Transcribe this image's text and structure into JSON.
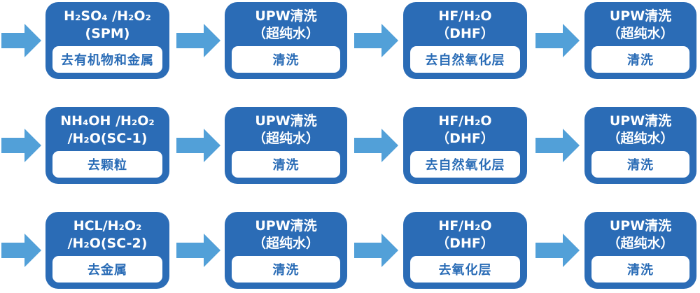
{
  "colors": {
    "box_blue": "#2b6cb6",
    "arrow_blue": "#52a0d8",
    "label_text_blue": "#2a6cb6",
    "label_bg": "#ffffff",
    "title_text": "#ffffff",
    "page_bg": "#ffffff"
  },
  "icons": {
    "arrow": "right-block-arrow"
  },
  "rows": [
    {
      "steps": [
        {
          "title_lines": [
            "H₂SO₄ /H₂O₂",
            "(SPM)"
          ],
          "label": "去有机物和金属"
        },
        {
          "title_lines": [
            "UPW清洗",
            "（超纯水）"
          ],
          "label": "清洗"
        },
        {
          "title_lines": [
            "HF/H₂O",
            "（DHF）"
          ],
          "label": "去自然氧化层"
        },
        {
          "title_lines": [
            "UPW清洗",
            "（超纯水）"
          ],
          "label": "清洗"
        }
      ]
    },
    {
      "steps": [
        {
          "title_lines": [
            "NH₄OH /H₂O₂",
            "/H₂O(SC-1)"
          ],
          "label": "去颗粒"
        },
        {
          "title_lines": [
            "UPW清洗",
            "（超纯水）"
          ],
          "label": "清洗"
        },
        {
          "title_lines": [
            "HF/H₂O",
            "（DHF）"
          ],
          "label": "去自然氧化层"
        },
        {
          "title_lines": [
            "UPW清洗",
            "（超纯水）"
          ],
          "label": "清洗"
        }
      ]
    },
    {
      "steps": [
        {
          "title_lines": [
            "HCL/H₂O₂",
            "/H₂O(SC-2)"
          ],
          "label": "去金属"
        },
        {
          "title_lines": [
            "UPW清洗",
            "（超纯水）"
          ],
          "label": "清洗"
        },
        {
          "title_lines": [
            "HF/H₂O",
            "（DHF）"
          ],
          "label": "去氧化层"
        },
        {
          "title_lines": [
            "UPW清洗",
            "（超纯水）"
          ],
          "label": "清洗"
        }
      ]
    }
  ]
}
